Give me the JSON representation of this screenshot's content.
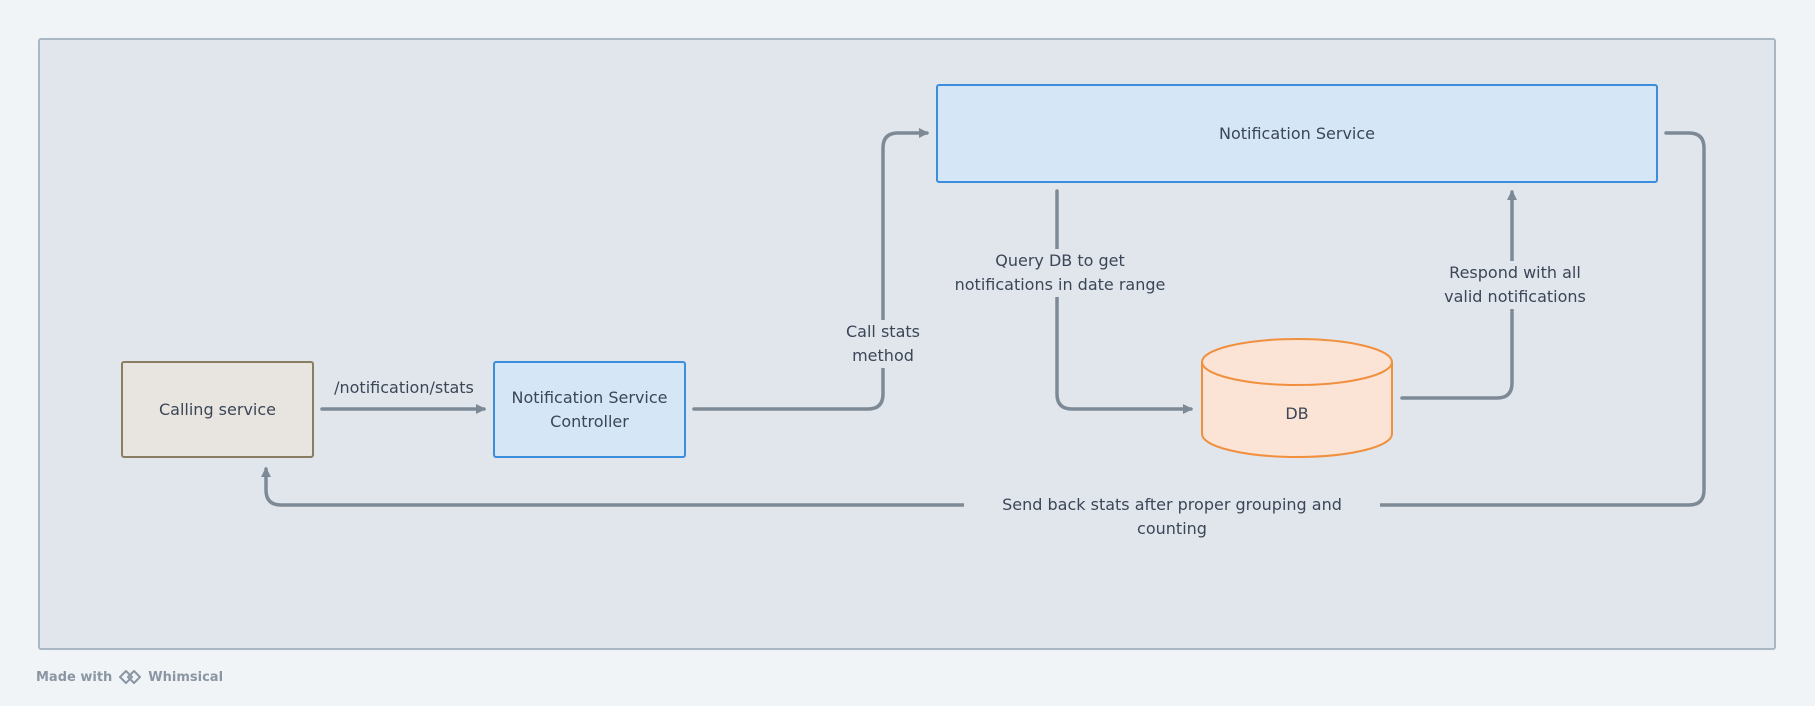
{
  "nodes": {
    "calling_service": "Calling service",
    "controller": "Notification Service\nController",
    "notification_service": "Notification Service",
    "db": "DB"
  },
  "edges": {
    "endpoint": "/notification/stats",
    "call_stats": "Call stats\nmethod",
    "query_db": "Query DB to get\nnotifications in date range",
    "respond": "Respond with all\nvalid notifications",
    "send_back": "Send back stats after proper grouping and counting"
  },
  "footer": {
    "made_with": "Made with",
    "brand": "Whimsical"
  },
  "colors": {
    "canvas": "#e1e6ed",
    "edge": "#7d8a96",
    "service_fill": "#d5e6f6",
    "service_border": "#3b8edb",
    "db_fill": "#fbe3d5",
    "db_border": "#f0903e",
    "calling_fill": "#e8e5e0",
    "calling_border": "#8b7d62"
  }
}
